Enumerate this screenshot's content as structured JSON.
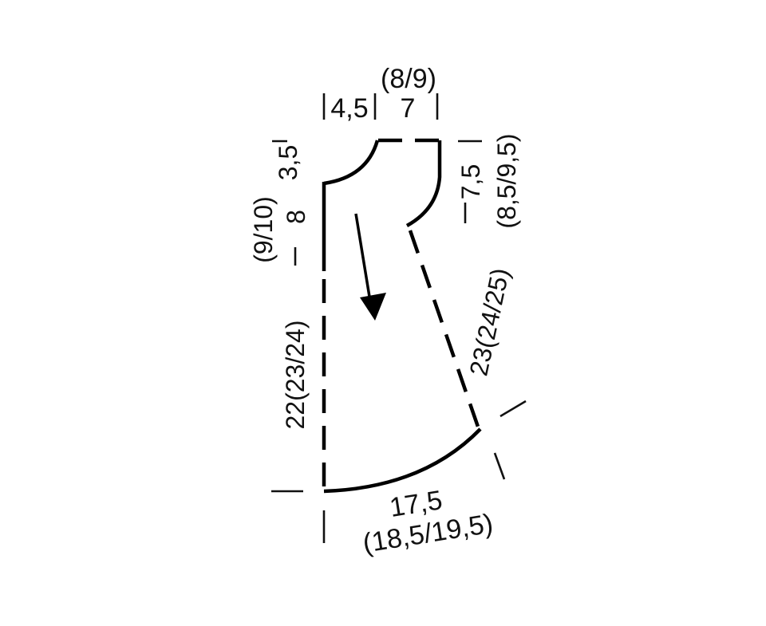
{
  "diagram": {
    "ink_color": "#000000",
    "background_color": "#ffffff",
    "icons": {
      "direction_arrow": "arrow-down-icon"
    },
    "labels": {
      "shoulder_width": "4,5",
      "neck_width_main": "7",
      "neck_width_alt": "(8/9)",
      "front_neck_depth": "3,5",
      "armhole_main": "8",
      "armhole_alt": "(9/10)",
      "back_neck_depth_main": "7,5",
      "back_neck_depth_alt": "(8,5/9,5)",
      "side_length": "22(23/24)",
      "slant_length": "23(24/25)",
      "bottom_width_main": "17,5",
      "bottom_width_alt": "(18,5/19,5)"
    }
  }
}
